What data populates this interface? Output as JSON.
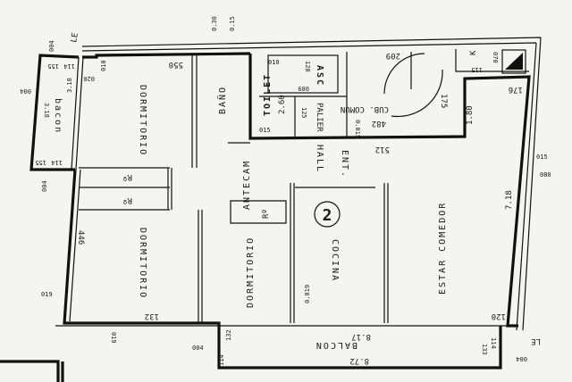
{
  "plan": {
    "unit_number": "2",
    "rooms": {
      "dormitorio_1": "DORMITORIO",
      "dormitorio_2": "DORMITORIO",
      "dormitorio_3": "DORMITORIO",
      "bano": "BAÑO",
      "toilet": "TOILET",
      "antecam": "ANTECAM",
      "bacon": "bacon",
      "hall": "HALL",
      "ent": "ENT.",
      "cocina": "COCINA",
      "estar_comedor": "ESTAR  COMEDOR",
      "balcon": "BALCON",
      "asc": "ASC",
      "palier": "PALIER",
      "cub_comun": "CUB. COMUN",
      "ropero_1": "Rº",
      "ropero_2": "Rº",
      "ropero_3": "Rº",
      "k": "K"
    },
    "dimensions": {
      "d550": "550",
      "d030": "0.30",
      "d015": "0.15",
      "d004a": "004",
      "d004b": "004",
      "d004c": "004",
      "d155a": "155",
      "d114a": "114",
      "d155b": "155",
      "d114b": "114",
      "d318a": "3.18",
      "d318b": "3.18",
      "d020": "020",
      "d010": "010",
      "d260": "2.60",
      "d010b": "010",
      "d015b": "015",
      "d120": "120",
      "d089": "089",
      "d125": "125",
      "d209": "209",
      "d175": "175",
      "d482": "482",
      "d0015": "0.015",
      "d512": "512",
      "d115": "115",
      "d070": "070",
      "d176": "176",
      "d180": "1.80",
      "d015c": "015",
      "d080": "080",
      "d718": "7.18",
      "d446": "446",
      "d019a": "019",
      "d019b": "019",
      "d132a": "132",
      "d132b": "132",
      "d114c": "114",
      "d004d": "004",
      "d0019": "0.019",
      "d817": "8.17",
      "d872": "8.72",
      "d120b": "120",
      "d133": "133",
      "d114d": "114",
      "d004e": "004",
      "le1": "LE",
      "le2": "LE"
    }
  }
}
